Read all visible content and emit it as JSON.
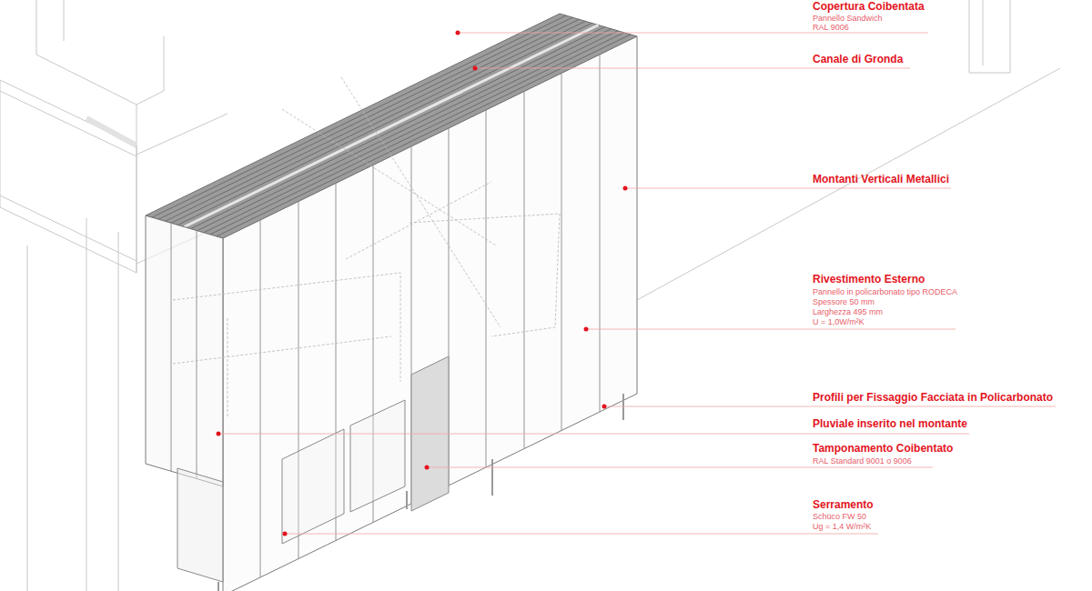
{
  "diagram": {
    "labels": [
      "Copertura Coibentata",
      "Pannello Sandwich",
      "RAL 9006",
      "Canale di Gronda",
      "Montanti Verticali Metallici",
      "Rivestimento Esterno",
      "Pannello in policarbonato tipo RODECA",
      "Spessore 50 mm",
      "Larghezza 495 mm",
      "U = 1,0W/m²K",
      "Profili per Fissaggio Facciata in Policarbonato",
      "Pluviale inserito nel montante",
      "Tamponamento Coibentato",
      "RAL Standard 9001 o 9006",
      "Serramento",
      "Schüco FW 50",
      "Ug = 1,4 W/m²K"
    ]
  }
}
